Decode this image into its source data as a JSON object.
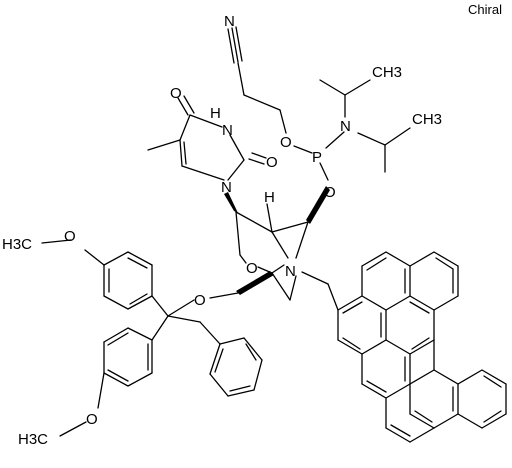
{
  "chirality_label": "Chiral",
  "atoms": {
    "nitrile_n": "N",
    "p": "P",
    "o_cyanoethyl": "O",
    "n_phosphoramidite": "N",
    "ch3_ipr1": "CH3",
    "ch3_ipr2": "CH3",
    "o_phosphite": "O",
    "o_carbonyl4": "O",
    "nh": "H",
    "n3": "N",
    "o_carbonyl2": "O",
    "n1": "N",
    "o_ring": "O",
    "n_bicyclic": "N",
    "h_stereo": "H",
    "o_trityl": "O",
    "methoxy_top": "H3C",
    "o_methoxy_top": "O",
    "methoxy_bottom": "H3C",
    "o_methoxy_bottom": "O"
  }
}
